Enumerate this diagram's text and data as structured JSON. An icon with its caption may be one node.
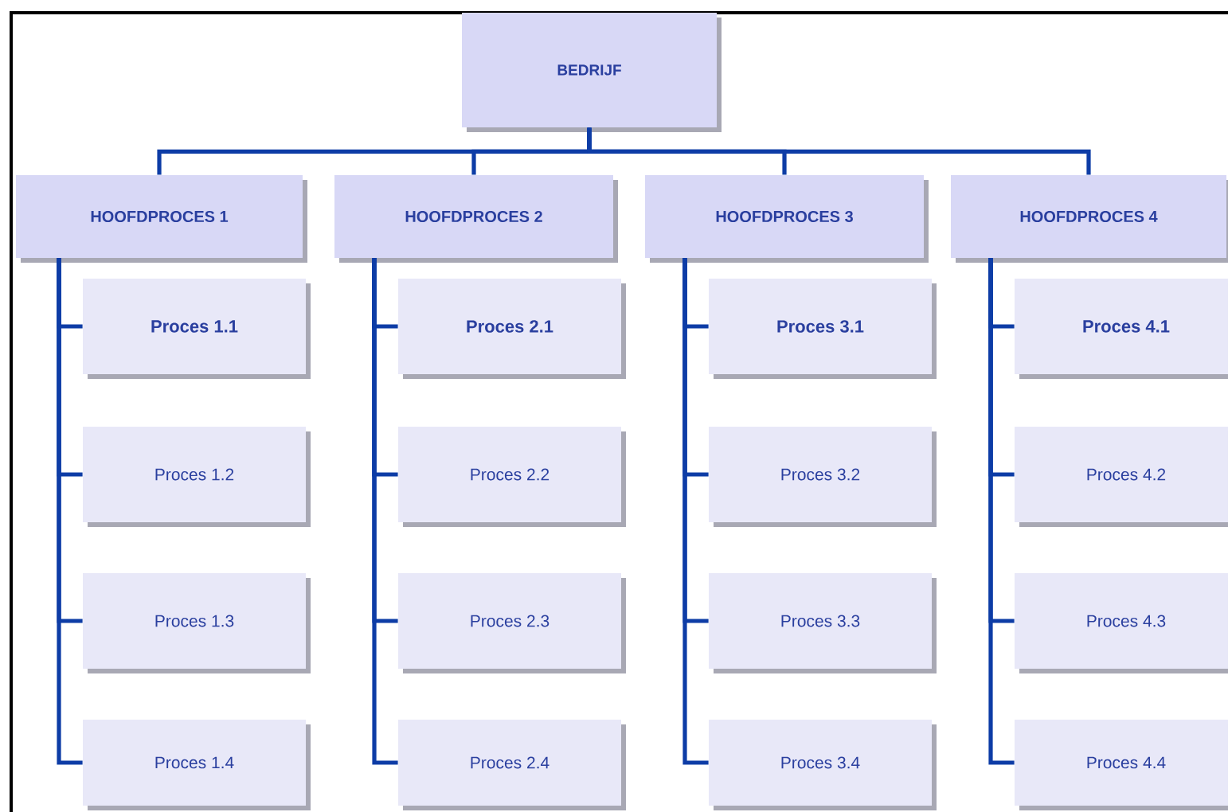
{
  "diagram": {
    "nodes": [
      {
        "text": [
          "BEDRIJF"
        ]
      },
      {
        "text": [
          "HOOFDPROCES 1"
        ]
      },
      {
        "text": [
          "HOOFDPROCES 2"
        ]
      },
      {
        "text": [
          "HOOFDPROCES 3"
        ]
      },
      {
        "text": [
          "HOOFDPROCES 4"
        ]
      },
      {
        "text": [
          "Proces 1.1"
        ]
      },
      {
        "text": [
          "Proces 2.1"
        ]
      },
      {
        "text": [
          "Proces 3.1"
        ]
      },
      {
        "text": [
          "Proces 4.1"
        ]
      },
      {
        "text": [
          "Proces 1.2"
        ]
      },
      {
        "text": [
          "Proces 2.2"
        ]
      },
      {
        "text": [
          "Proces 3.2"
        ]
      },
      {
        "text": [
          "Proces 4.2"
        ]
      },
      {
        "text": [
          "Proces 1.3"
        ]
      },
      {
        "text": [
          "Proces 2.3"
        ]
      },
      {
        "text": [
          "Proces 3.3"
        ]
      },
      {
        "text": [
          "Proces 4.3"
        ]
      },
      {
        "text": [
          "Proces 1.4"
        ]
      },
      {
        "text": [
          "Proces 2.4"
        ]
      },
      {
        "text": [
          "Proces 3.4"
        ]
      },
      {
        "text": [
          "Proces 4.4"
        ]
      }
    ],
    "edges": [
      {
        "from": 0,
        "to": 1,
        "arrow": "none"
      },
      {
        "from": 0,
        "to": 2,
        "arrow": "none"
      },
      {
        "from": 0,
        "to": 3,
        "arrow": "none"
      },
      {
        "from": 0,
        "to": 4,
        "arrow": "none"
      },
      {
        "from": 1,
        "to": 5,
        "arrow": "none"
      },
      {
        "from": 1,
        "to": 9,
        "arrow": "none"
      },
      {
        "from": 1,
        "to": 13,
        "arrow": "none"
      },
      {
        "from": 1,
        "to": 17,
        "arrow": "none"
      },
      {
        "from": 2,
        "to": 6,
        "arrow": "none"
      },
      {
        "from": 2,
        "to": 10,
        "arrow": "none"
      },
      {
        "from": 2,
        "to": 14,
        "arrow": "none"
      },
      {
        "from": 2,
        "to": 18,
        "arrow": "none"
      },
      {
        "from": 3,
        "to": 7,
        "arrow": "none"
      },
      {
        "from": 3,
        "to": 11,
        "arrow": "none"
      },
      {
        "from": 3,
        "to": 15,
        "arrow": "none"
      },
      {
        "from": 3,
        "to": 19,
        "arrow": "none"
      },
      {
        "from": 4,
        "to": 8,
        "arrow": "none"
      },
      {
        "from": 4,
        "to": 12,
        "arrow": "none"
      },
      {
        "from": 4,
        "to": 16,
        "arrow": "none"
      },
      {
        "from": 4,
        "to": 20,
        "arrow": "none"
      }
    ]
  }
}
